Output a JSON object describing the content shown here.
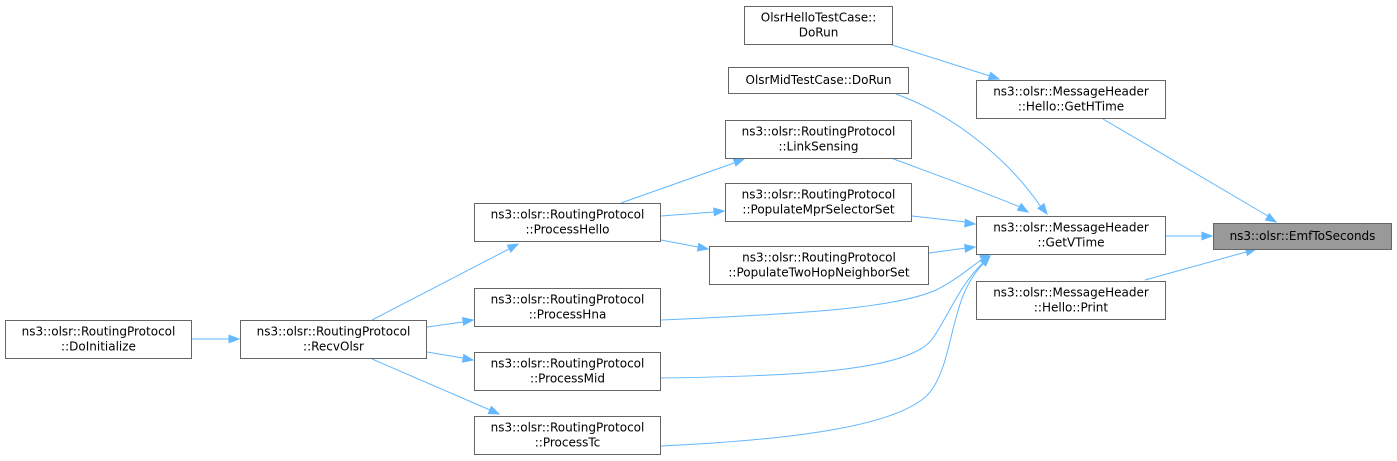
{
  "graph": {
    "nodes": {
      "emf_to_seconds": [
        "ns3::olsr::EmfToSeconds"
      ],
      "hello_testcase_dorun": [
        "OlsrHelloTestCase::",
        "DoRun"
      ],
      "hello_get_htime": [
        "ns3::olsr::MessageHeader",
        "::Hello::GetHTime"
      ],
      "mid_testcase_dorun": [
        "OlsrMidTestCase::DoRun"
      ],
      "link_sensing": [
        "ns3::olsr::RoutingProtocol",
        "::LinkSensing"
      ],
      "populate_mpr_selector_set": [
        "ns3::olsr::RoutingProtocol",
        "::PopulateMprSelectorSet"
      ],
      "get_vtime": [
        "ns3::olsr::MessageHeader",
        "::GetVTime"
      ],
      "process_hello": [
        "ns3::olsr::RoutingProtocol",
        "::ProcessHello"
      ],
      "populate_two_hop_neighbor_set": [
        "ns3::olsr::RoutingProtocol",
        "::PopulateTwoHopNeighborSet"
      ],
      "hello_print": [
        "ns3::olsr::MessageHeader",
        "::Hello::Print"
      ],
      "process_hna": [
        "ns3::olsr::RoutingProtocol",
        "::ProcessHna"
      ],
      "do_initialize": [
        "ns3::olsr::RoutingProtocol",
        "::DoInitialize"
      ],
      "recv_olsr": [
        "ns3::olsr::RoutingProtocol",
        "::RecvOlsr"
      ],
      "process_mid": [
        "ns3::olsr::RoutingProtocol",
        "::ProcessMid"
      ],
      "process_tc": [
        "ns3::olsr::RoutingProtocol",
        "::ProcessTc"
      ]
    },
    "edges": [
      [
        "hello_get_htime",
        "emf_to_seconds"
      ],
      [
        "get_vtime",
        "emf_to_seconds"
      ],
      [
        "hello_print",
        "emf_to_seconds"
      ],
      [
        "hello_testcase_dorun",
        "hello_get_htime"
      ],
      [
        "mid_testcase_dorun",
        "get_vtime"
      ],
      [
        "link_sensing",
        "get_vtime"
      ],
      [
        "populate_mpr_selector_set",
        "get_vtime"
      ],
      [
        "populate_two_hop_neighbor_set",
        "get_vtime"
      ],
      [
        "process_hna",
        "get_vtime"
      ],
      [
        "process_mid",
        "get_vtime"
      ],
      [
        "process_tc",
        "get_vtime"
      ],
      [
        "process_hello",
        "link_sensing"
      ],
      [
        "process_hello",
        "populate_mpr_selector_set"
      ],
      [
        "process_hello",
        "populate_two_hop_neighbor_set"
      ],
      [
        "recv_olsr",
        "process_hello"
      ],
      [
        "recv_olsr",
        "process_hna"
      ],
      [
        "recv_olsr",
        "process_mid"
      ],
      [
        "recv_olsr",
        "process_tc"
      ],
      [
        "do_initialize",
        "recv_olsr"
      ]
    ]
  },
  "colors": {
    "edge": "#63b8ff",
    "node_border": "#666666",
    "node_fill": "#ffffff",
    "focus_fill": "#999999",
    "text": "#000000"
  }
}
